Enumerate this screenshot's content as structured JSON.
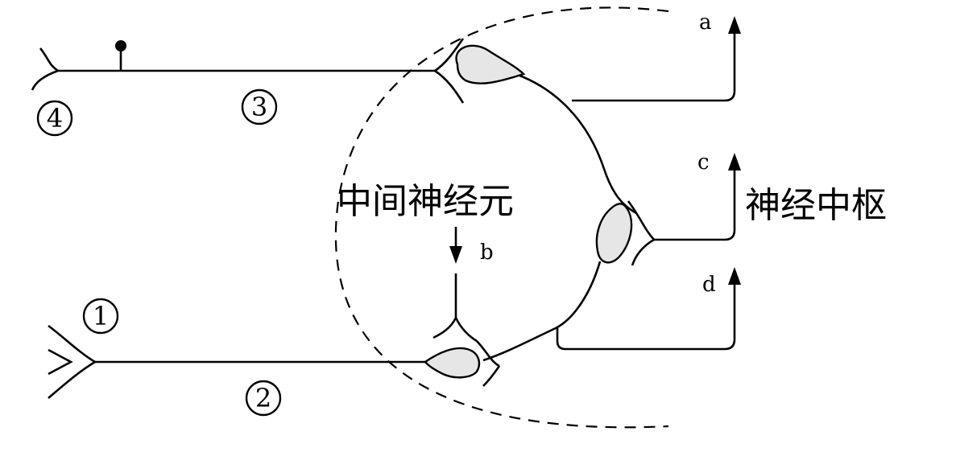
{
  "labels": {
    "interneuron": "中间神经元",
    "center": "神经中枢",
    "a": "a",
    "b": "b",
    "c": "c",
    "d": "d",
    "n1": "1",
    "n2": "2",
    "n3": "3",
    "n4": "4"
  },
  "colors": {
    "line": "#000000",
    "soma_fill": "#e6e6e6"
  }
}
